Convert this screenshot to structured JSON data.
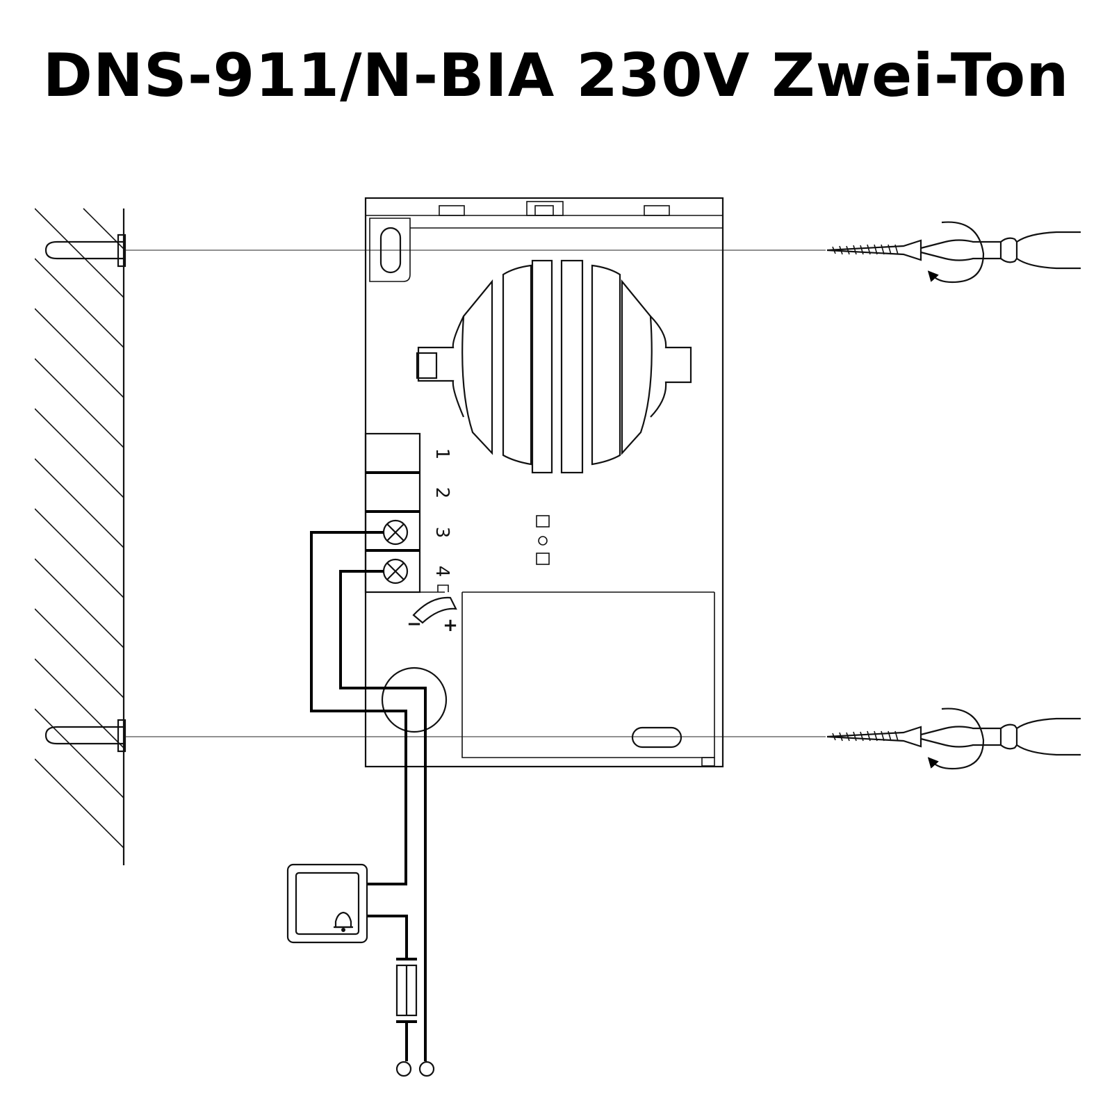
{
  "title": "DNS-911/N-BIA 230V Zwei-Ton",
  "terminals": [
    "1",
    "2",
    "3",
    "4"
  ],
  "volume": {
    "minus": "−",
    "plus": "+"
  },
  "icons": {
    "push_button": "bell-icon",
    "fuse": "fuse-icon",
    "screwdriver": "screwdriver-icon",
    "screw": "screw-icon",
    "wall_plug": "wall-plug-icon",
    "rotation": "clockwise-arrow-icon"
  },
  "colors": {
    "line": "#000000",
    "background": "#ffffff"
  }
}
